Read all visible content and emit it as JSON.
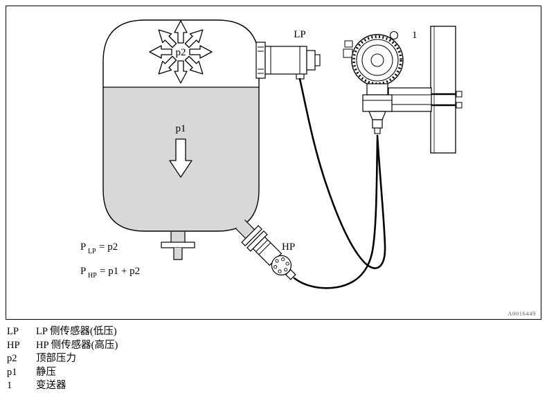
{
  "figure": {
    "labels": {
      "p2": "p2",
      "p1": "p1",
      "lp": "LP",
      "hp": "HP",
      "one": "1"
    },
    "formulas": {
      "lp_base": "P",
      "lp_sub": "LP",
      "lp_rhs": "= p2",
      "hp_base": "P",
      "hp_sub": "HP",
      "hp_rhs": "= p1 + p2"
    },
    "image_id": "A0016449"
  },
  "legend": {
    "items": [
      {
        "term": "LP",
        "desc": "LP 侧传感器(低压)"
      },
      {
        "term": "HP",
        "desc": "HP 侧传感器(高压)"
      },
      {
        "term": "p2",
        "desc": "顶部压力"
      },
      {
        "term": "p1",
        "desc": "静压"
      },
      {
        "term": "1",
        "desc": "变送器"
      }
    ]
  },
  "colors": {
    "liquid": "#d8d8d8",
    "line": "#000000",
    "id_text": "#595959"
  }
}
